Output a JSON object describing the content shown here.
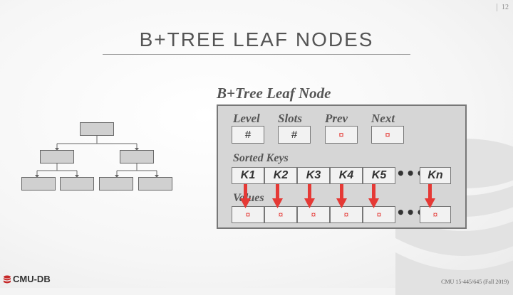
{
  "slide": {
    "page_number": "12",
    "title": "B+TREE LEAF NODES",
    "footer_logo": "CMU-DB",
    "footer_course": "CMU 15-445/645 (Fall 2019)"
  },
  "leaf_node": {
    "title": "B+Tree Leaf Node",
    "header_fields": [
      {
        "label": "Level",
        "value": "#"
      },
      {
        "label": "Slots",
        "value": "#"
      },
      {
        "label": "Prev",
        "value": "¤"
      },
      {
        "label": "Next",
        "value": "¤"
      }
    ],
    "sorted_keys_label": "Sorted Keys",
    "keys": [
      "K1",
      "K2",
      "K3",
      "K4",
      "K5",
      "Kn"
    ],
    "values_label": "Values",
    "values": [
      "¤",
      "¤",
      "¤",
      "¤",
      "¤",
      "¤"
    ],
    "ellipsis": "•••"
  },
  "colors": {
    "pointer_red": "#e53935",
    "node_gray": "#d6d6d6",
    "text_gray": "#555555"
  }
}
